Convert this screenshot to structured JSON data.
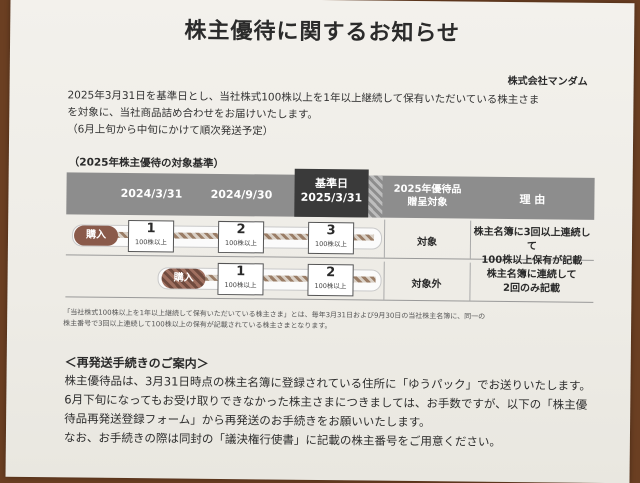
{
  "document": {
    "title": "株主優待に関するお知らせ",
    "company": "株式会社マンダム",
    "intro_lines": [
      "2025年3月31日を基準日とし、当社株式100株以上を1年以上継続して保有いただいている株主さま",
      "を対象に、当社商品詰め合わせをお届けいたします。",
      "（6月上旬から中旬にかけて順次発送予定）"
    ],
    "criteria_title": "（2025年株主優待の対象基準）",
    "table": {
      "headers": {
        "date1": "2024/3/31",
        "date2": "2024/9/30",
        "base_label": "基準日",
        "base_date": "2025/3/31",
        "eligibility_line1": "2025年優待品",
        "eligibility_line2": "贈呈対象",
        "reason": "理 由"
      },
      "rows": [
        {
          "buy_label": "購入",
          "boxes": [
            {
              "num": "1",
              "sub": "100株以上"
            },
            {
              "num": "2",
              "sub": "100株以上"
            },
            {
              "num": "3",
              "sub": "100株以上"
            }
          ],
          "eligibility": "対象",
          "reason_line1": "株主名簿に3回以上連続して",
          "reason_line2": "100株以上保有が記載"
        },
        {
          "buy_label": "購入",
          "boxes": [
            {
              "num": "1",
              "sub": "100株以上"
            },
            {
              "num": "2",
              "sub": "100株以上"
            }
          ],
          "eligibility": "対象外",
          "reason_line1": "株主名簿に連続して",
          "reason_line2": "2回のみ記載"
        }
      ]
    },
    "footnote_lines": [
      "「当社株式100株以上を1年以上継続して保有いただいている株主さま」とは、毎年3月31日および9月30日の当社株主名簿に、同一の",
      "株主番号で3回以上連続して100株以上の保有が記載されている株主さまとなります。"
    ],
    "resend_title": "＜再発送手続きのご案内＞",
    "resend_lines": [
      "株主優待品は、3月31日時点の株主名簿に登録されている住所に「ゆうパック」でお送りいたします。",
      "6月下旬になってもお受け取りできなかった株主さまにつきましては、お手数ですが、以下の「株主優",
      "待品再発送登録フォーム」から再発送のお手続きをお願いいたします。",
      "なお、お手続きの際は同封の「議決権行使書」に記載の株主番号をご用意ください。"
    ]
  }
}
